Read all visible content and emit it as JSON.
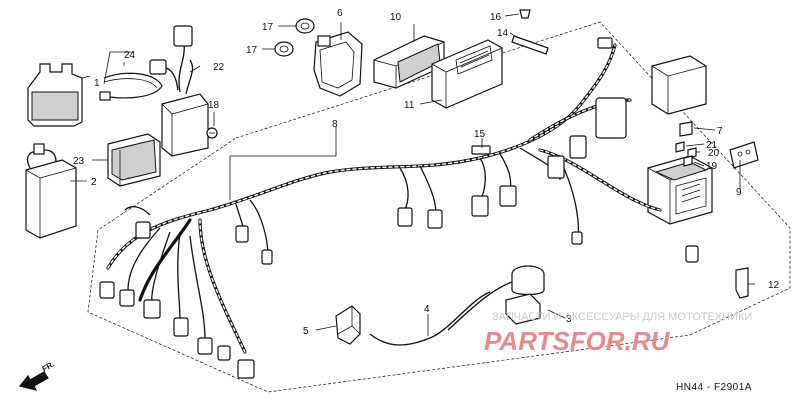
{
  "diagram": {
    "part_labels": [
      "1",
      "2",
      "3",
      "4",
      "5",
      "6",
      "7",
      "8",
      "9",
      "10",
      "11",
      "12",
      "14",
      "15",
      "16",
      "17",
      "17",
      "18",
      "19",
      "20",
      "21",
      "22",
      "23",
      "24"
    ],
    "front_arrow": "FR.",
    "figure_code": "HN44 - F2901A"
  },
  "watermark": {
    "line1": "ЗАПЧАСТИ И АКСЕССУАРЫ ДЛЯ МОТОТЕХНИКИ",
    "line2": "PARTSFOR.RU"
  }
}
